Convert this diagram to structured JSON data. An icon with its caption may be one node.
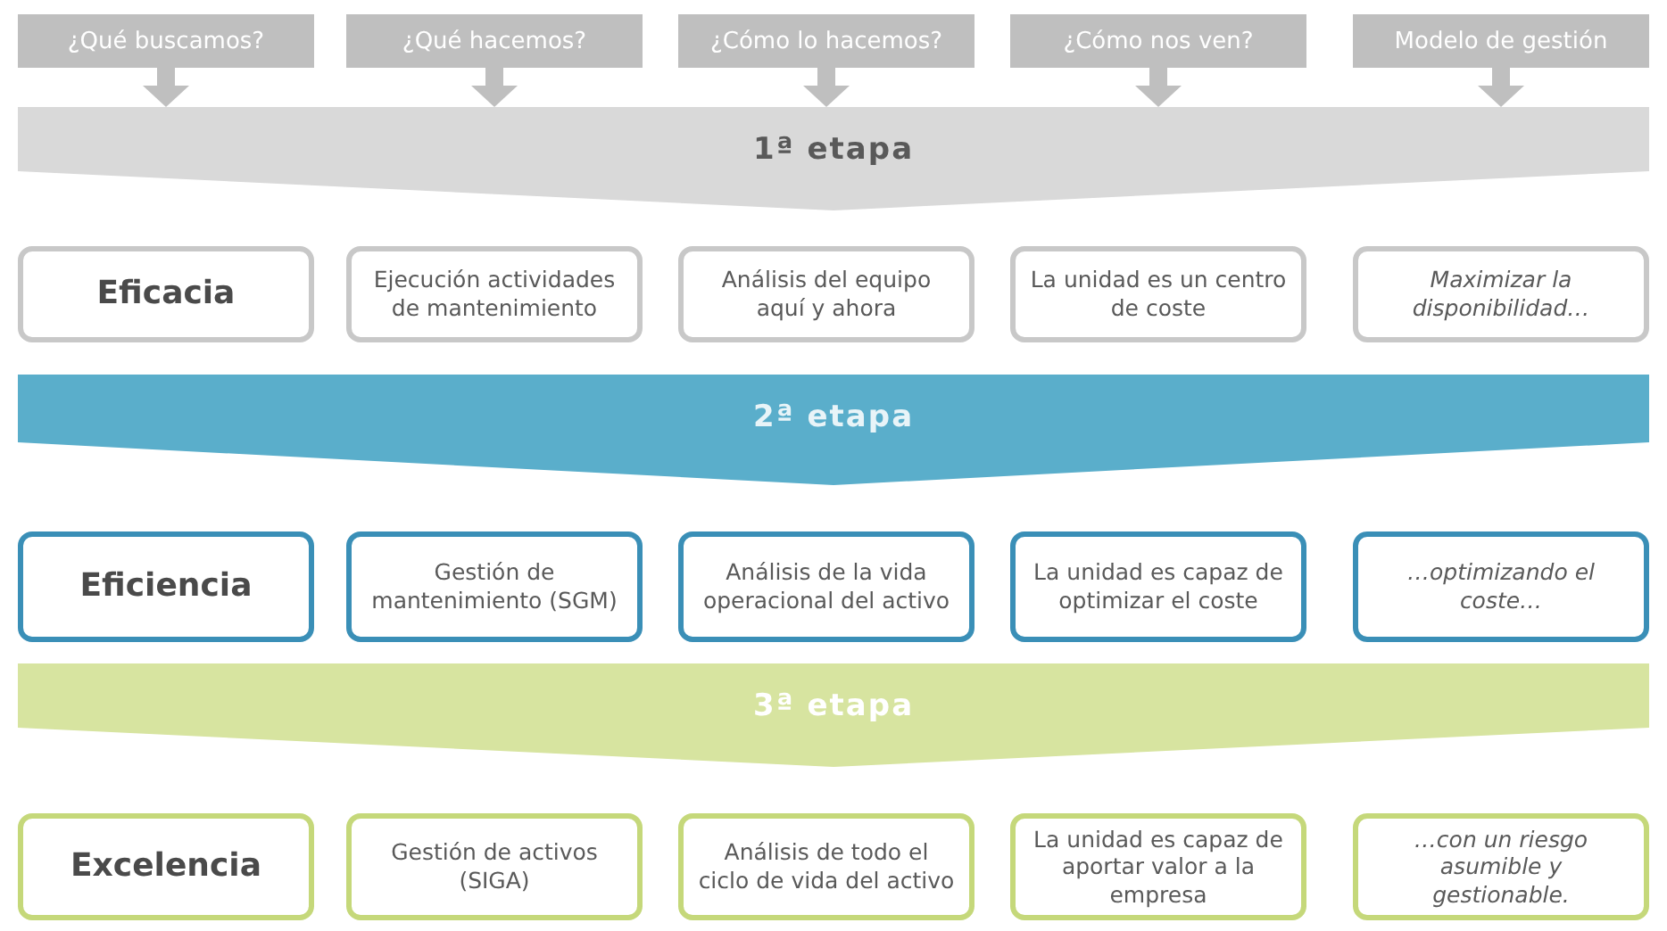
{
  "diagram": {
    "nodes": [
      {
        "text": [
          "¿Qué buscamos?"
        ]
      },
      {
        "text": [
          "¿Qué hacemos?"
        ]
      },
      {
        "text": [
          "¿Cómo lo hacemos?"
        ]
      },
      {
        "text": [
          "¿Cómo nos ven?"
        ]
      },
      {
        "text": [
          "Modelo de gestión"
        ]
      },
      {
        "text": [
          "1ª etapa"
        ]
      },
      {
        "text": [
          "Eficacia"
        ]
      },
      {
        "text": [
          "Ejecución actividades de mantenimiento"
        ]
      },
      {
        "text": [
          "Análisis del equipo aquí y ahora"
        ]
      },
      {
        "text": [
          "La unidad es un centro de coste"
        ]
      },
      {
        "text": [
          "Maximizar la disponibilidad…"
        ]
      },
      {
        "text": [
          "2ª etapa"
        ]
      },
      {
        "text": [
          "Eficiencia"
        ]
      },
      {
        "text": [
          "Gestión de mantenimiento (SGM)"
        ]
      },
      {
        "text": [
          "Análisis de la vida operacional del activo"
        ]
      },
      {
        "text": [
          "La unidad es capaz de optimizar el coste"
        ]
      },
      {
        "text": [
          "…optimizando el coste…"
        ]
      },
      {
        "text": [
          "3ª etapa"
        ]
      },
      {
        "text": [
          "Excelencia"
        ]
      },
      {
        "text": [
          "Gestión de activos (SIGA)"
        ]
      },
      {
        "text": [
          "Análisis de todo el ciclo de vida del activo"
        ]
      },
      {
        "text": [
          "La unidad es capaz de aportar valor a la empresa"
        ]
      },
      {
        "text": [
          "…con un riesgo asumible y gestionable."
        ]
      }
    ],
    "edges": [
      {
        "from": 0,
        "to": 5,
        "arrow": "to"
      },
      {
        "from": 1,
        "to": 5,
        "arrow": "to"
      },
      {
        "from": 2,
        "to": 5,
        "arrow": "to"
      },
      {
        "from": 3,
        "to": 5,
        "arrow": "to"
      },
      {
        "from": 4,
        "to": 5,
        "arrow": "to"
      }
    ]
  }
}
